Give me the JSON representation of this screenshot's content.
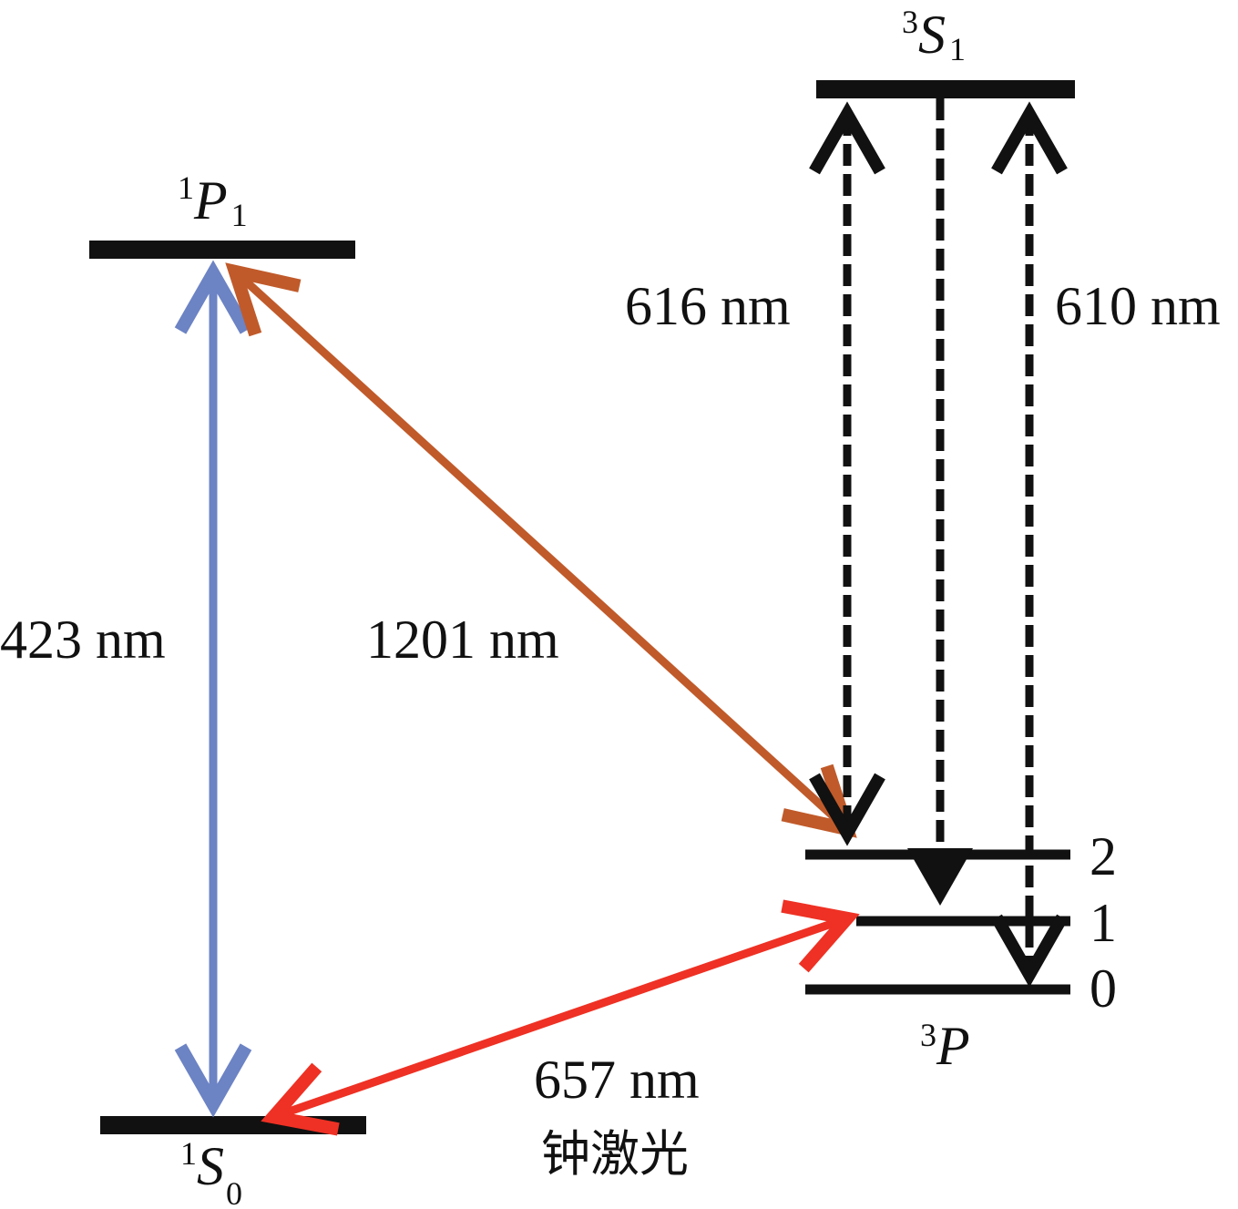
{
  "levels": {
    "s0": {
      "sup": "1",
      "letter": "S",
      "sub": "0"
    },
    "p1": {
      "sup": "1",
      "letter": "P",
      "sub": "1"
    },
    "s1": {
      "sup": "3",
      "letter": "S",
      "sub": "1"
    },
    "p3": {
      "sup": "3",
      "letter": "P",
      "sublevels": [
        "2",
        "1",
        "0"
      ]
    }
  },
  "transitions": {
    "blue": {
      "label": "423 nm",
      "color": "#6c83c4"
    },
    "orange": {
      "label": "1201 nm",
      "color": "#c05a2a"
    },
    "red": {
      "label": "657 nm",
      "label2": "钟激光",
      "color": "#ee3124"
    },
    "dash616": {
      "label": "616 nm",
      "color": "#111111"
    },
    "dash610": {
      "label": "610 nm",
      "color": "#111111"
    }
  }
}
